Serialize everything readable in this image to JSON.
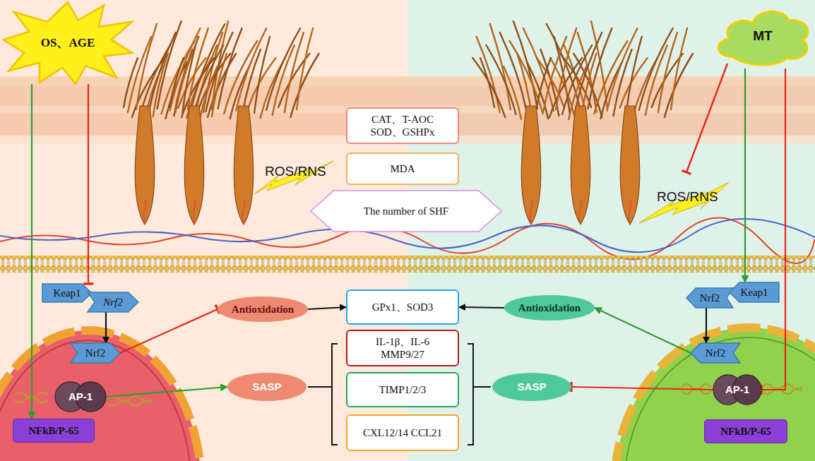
{
  "diagram": {
    "nodes": [
      {
        "text": [
          "OS、AGE"
        ]
      },
      {
        "text": [
          "MT"
        ]
      },
      {
        "text": [
          "CAT、T-AOC SOD、GSHPx"
        ]
      },
      {
        "text": [
          "MDA"
        ]
      },
      {
        "text": [
          "The number of SHF"
        ]
      },
      {
        "text": [
          "Keap1"
        ]
      },
      {
        "text": [
          "Nrf2"
        ]
      },
      {
        "text": [
          "Antioxidation"
        ]
      },
      {
        "text": [
          "GPx1、SOD3"
        ]
      },
      {
        "text": [
          "Antioxidation"
        ]
      },
      {
        "text": [
          "Nrf2"
        ]
      },
      {
        "text": [
          "Keap1"
        ]
      },
      {
        "text": [
          "Nrf2"
        ]
      },
      {
        "text": [
          "SASP"
        ]
      },
      {
        "text": [
          "IL-1β、IL-6 MMP9/27"
        ]
      },
      {
        "text": [
          "SASP"
        ]
      },
      {
        "text": [
          "Nrf2"
        ]
      },
      {
        "text": [
          "AP-1"
        ]
      },
      {
        "text": [
          "TIMP1/2/3"
        ]
      },
      {
        "text": [
          "AP-1"
        ]
      },
      {
        "text": [
          "CXL12/14 CCL21"
        ]
      },
      {
        "text": [
          "NFkB/P-65"
        ]
      },
      {
        "text": [
          "NFkB/P-65"
        ]
      }
    ],
    "edges": [
      {
        "from": 0,
        "to": 5,
        "arrow": "to"
      },
      {
        "from": 0,
        "to": 21,
        "arrow": "to"
      },
      {
        "from": 6,
        "to": 12,
        "arrow": "to"
      },
      {
        "from": 12,
        "to": 7,
        "arrow": "to"
      },
      {
        "from": 7,
        "to": 8,
        "arrow": "to"
      },
      {
        "from": 9,
        "to": 8,
        "arrow": "to"
      },
      {
        "from": 17,
        "to": 13,
        "arrow": "to"
      },
      {
        "from": 1,
        "to": 11,
        "arrow": "to"
      },
      {
        "from": 1,
        "to": 19,
        "arrow": "to"
      },
      {
        "from": 16,
        "to": 9,
        "arrow": "to"
      },
      {
        "from": 10,
        "to": 16,
        "arrow": "to"
      },
      {
        "from": 19,
        "to": 15,
        "arrow": "to"
      }
    ],
    "labels": [
      "ROS/RNS",
      "ROS/RNS"
    ]
  }
}
